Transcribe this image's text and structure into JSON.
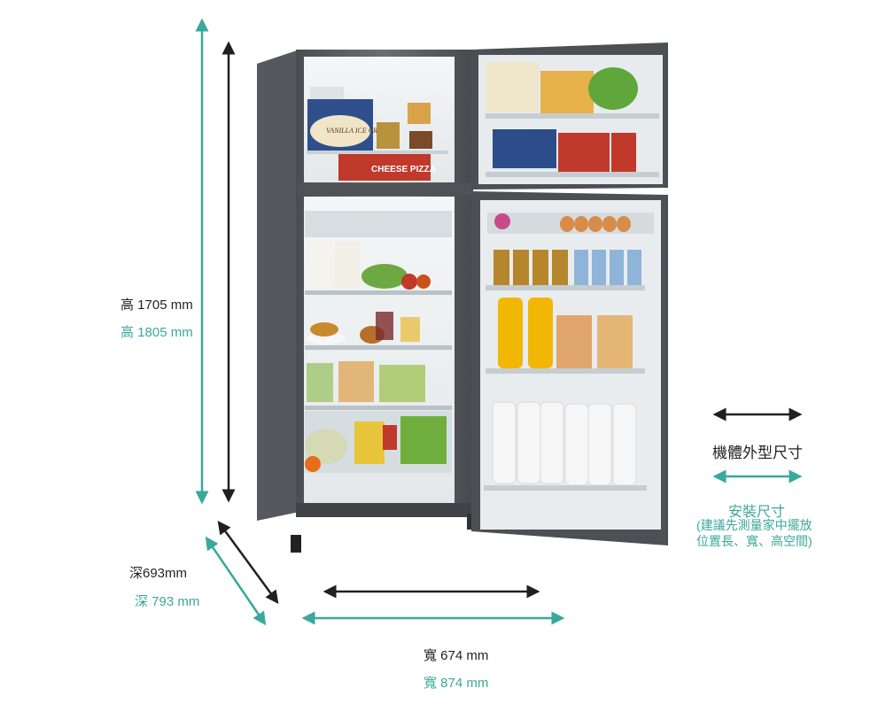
{
  "dimensions": {
    "height_body": "高 1705 mm",
    "height_install": "高 1805 mm",
    "depth_body": "深693mm",
    "depth_install": "深 793 mm",
    "width_body": "寬 674 mm",
    "width_install": "寬 874 mm"
  },
  "legend": {
    "body_label": "機體外型尺寸",
    "install_label": "安裝尺寸",
    "install_note_line1": "(建議先測量家中擺放",
    "install_note_line2": "位置長、寬、高空間)"
  },
  "product_labels": {
    "ice_cream": "VANILLA ICE CREAM",
    "pizza": "CHEESE PIZZA"
  },
  "colors": {
    "body_dim": "#231f20",
    "install_dim": "#3aa89a",
    "fridge_steel": "#5e6166"
  }
}
